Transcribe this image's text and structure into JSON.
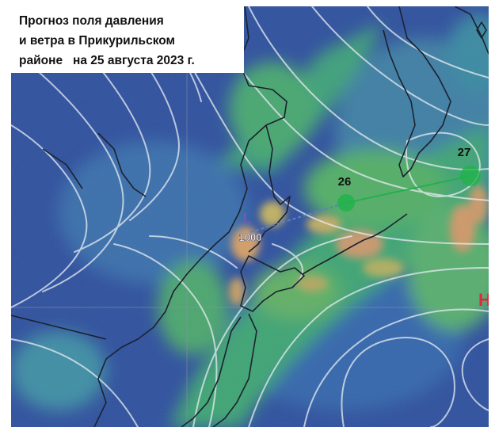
{
  "title": {
    "lines": [
      "Прогноз поля давления",
      "и ветра в Прикурильском",
      "районе   на 25 августа 2023 г."
    ]
  },
  "low_center": {
    "symbol": "L",
    "pressure": "1000"
  },
  "high_center": {
    "symbol": "H"
  },
  "track": {
    "points": [
      {
        "label": "26"
      },
      {
        "label": "27"
      }
    ]
  },
  "colors": {
    "low_marker": "#6a5fb0",
    "high_marker": "#e0283c",
    "track": "#22b14c",
    "track_projected": "#5f7fbf",
    "coastline": "#1c2230",
    "isobar": "#e6ecf2"
  }
}
